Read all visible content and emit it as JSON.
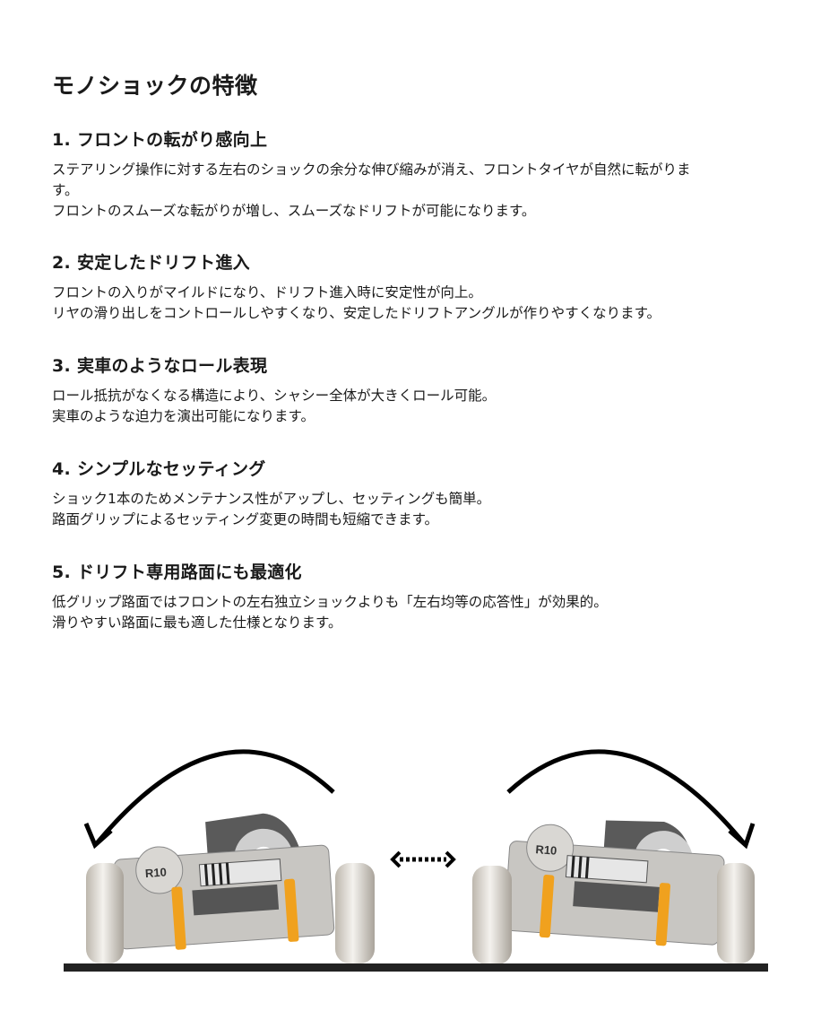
{
  "title": "モノショックの特徴",
  "sections": [
    {
      "heading": "1. フロントの転がり感向上",
      "lines": [
        "ステアリング操作に対する左右のショックの余分な伸び縮みが消え、フロントタイヤが自然に転がりま",
        "す。",
        "フロントのスムーズな転がりが増し、スムーズなドリフトが可能になります。"
      ]
    },
    {
      "heading": "2. 安定したドリフト進入",
      "lines": [
        "フロントの入りがマイルドになり、ドリフト進入時に安定性が向上。",
        "リヤの滑り出しをコントロールしやすくなり、安定したドリフトアングルが作りやすくなります。"
      ]
    },
    {
      "heading": "3. 実車のようなロール表現",
      "lines": [
        "ロール抵抗がなくなる構造により、シャシー全体が大きくロール可能。",
        "実車のような迫力を演出可能になります。"
      ]
    },
    {
      "heading": "4. シンプルなセッティング",
      "lines": [
        "ショック1本のためメンテナンス性がアップし、セッティングも簡単。",
        "路面グリップによるセッティング変更の時間も短縮できます。"
      ]
    },
    {
      "heading": "5. ドリフト専用路面にも最適化",
      "lines": [
        "低グリップ路面ではフロントの左右独立ショックよりも「左右均等の応答性」が効果的。",
        "滑りやすい路面に最も適した仕様となります。"
      ]
    }
  ],
  "figure": {
    "left_car_label": "R10",
    "right_car_label": "R10"
  }
}
